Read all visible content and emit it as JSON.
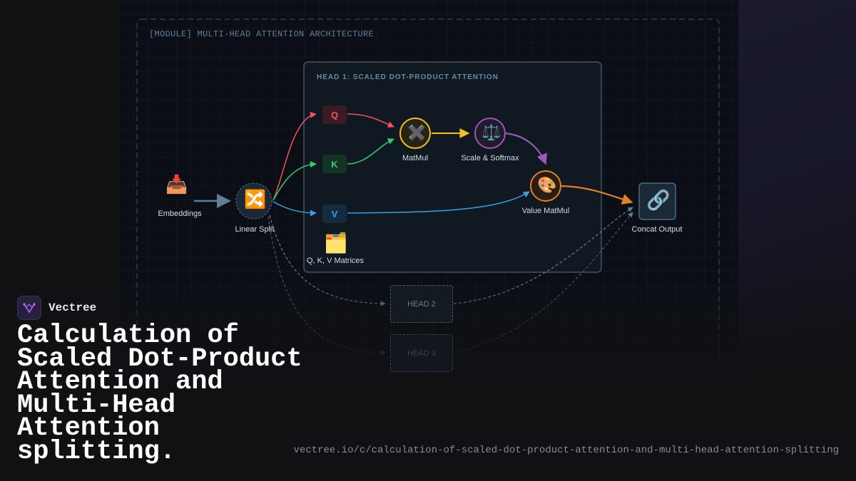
{
  "diagram": {
    "module_title": "[MODULE] MULTI-HEAD ATTENTION ARCHITECTURE",
    "head_title": "HEAD 1: SCALED DOT-PRODUCT ATTENTION",
    "nodes": {
      "embeddings": {
        "label": "Embeddings",
        "icon": "📥",
        "icon_name": "inbox-tray-icon"
      },
      "linear_split": {
        "label": "Linear Split",
        "icon": "🔀",
        "icon_name": "shuffle-icon"
      },
      "q": {
        "label": "Q"
      },
      "k": {
        "label": "K"
      },
      "v": {
        "label": "V"
      },
      "qkv_matrices": {
        "label": "Q, K, V Matrices",
        "icon": "🗂️",
        "icon_name": "card-index-dividers-icon"
      },
      "matmul": {
        "label": "MatMul",
        "icon": "✖️",
        "icon_name": "multiply-icon"
      },
      "scale_softmax": {
        "label": "Scale & Softmax",
        "icon": "⚖️",
        "icon_name": "balance-scale-icon"
      },
      "value_matmul": {
        "label": "Value MatMul",
        "icon": "🎨",
        "icon_name": "artist-palette-icon"
      },
      "concat_output": {
        "label": "Concat Output",
        "icon": "🔗",
        "icon_name": "link-icon"
      },
      "head2": {
        "label": "HEAD 2"
      },
      "head3": {
        "label": "HEAD 3"
      }
    },
    "colors": {
      "q": "#f0545e",
      "k": "#2fce74",
      "v": "#3a9ee0",
      "matmul": "#f2c01e",
      "softmax": "#9b59b6",
      "value_matmul": "#e67e22",
      "neutral": "#6b8aa3"
    }
  },
  "brand": {
    "name": "Vectree"
  },
  "title": "Calculation of Scaled Dot-Product Attention and Multi-Head Attention splitting.",
  "url": "vectree.io/c/calculation-of-scaled-dot-product-attention-and-multi-head-attention-splitting"
}
